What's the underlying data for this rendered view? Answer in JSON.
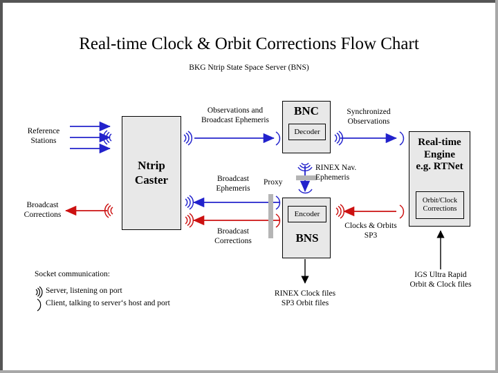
{
  "page": {
    "title": "Real-time Clock & Orbit Corrections Flow Chart",
    "subtitle": "BKG Ntrip State Space Server  (BNS)",
    "frame_color_dark": "#555555",
    "frame_color_light": "#a8a8a8",
    "background": "#ffffff"
  },
  "colors": {
    "blue": "#2222cc",
    "red": "#cc1111",
    "box_fill": "#e8e8e8",
    "box_border": "#000000",
    "proxy_gray": "#b5b5b5"
  },
  "boxes": {
    "ntrip_caster": {
      "title": "Ntrip\nCaster"
    },
    "bnc": {
      "title": "BNC",
      "sub": "Decoder"
    },
    "bns": {
      "title": "BNS",
      "sub": "Encoder"
    },
    "rtengine": {
      "title": "Real-time\nEngine\ne.g. RTNet",
      "sub": "Orbit/Clock\nCorrections"
    }
  },
  "labels": {
    "reference_stations": "Reference\nStations",
    "broadcast_corrections_out": "Broadcast\nCorrections",
    "observations_and_broadcast_ephemeris": "Observations and\nBroadcast Ephemeris",
    "synchronized_observations": "Synchronized\nObservations",
    "rinex_nav_ephemeris": "RINEX Nav.\nEphemeris",
    "proxy": "Proxy",
    "broadcast_ephemeris": "Broadcast\nEphemeris",
    "broadcast_corrections_bns": "Broadcast\nCorrections",
    "clocks_and_orbits_sp3": "Clocks & Orbits\nSP3",
    "rinex_clock_sp3_files": "RINEX Clock files\nSP3 Orbit files",
    "igs_ultra_rapid": "IGS Ultra Rapid\nOrbit & Clock files"
  },
  "legend": {
    "heading": "Socket communication:",
    "server": "Server,  listening on port",
    "client": "Client, talking to server‘s host and port",
    "server_icon": "socket-server-icon",
    "client_icon": "socket-client-icon"
  }
}
